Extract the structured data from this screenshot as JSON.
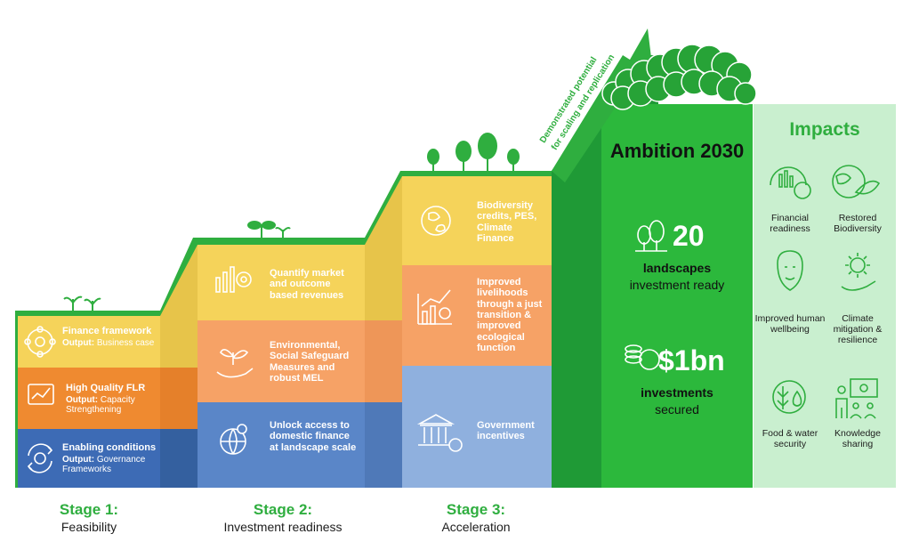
{
  "diagonal": {
    "line1": "Demonstrated potential",
    "line2": "for scaling and replication"
  },
  "stages": [
    {
      "title": "Stage 1:",
      "subtitle": "Feasibility",
      "blocks": [
        {
          "title": "Finance framework",
          "output_label": "Output:",
          "output": "Business case",
          "icon": "network-icon",
          "color": "#f5d35a"
        },
        {
          "title": "High Quality FLR",
          "output_label": "Output:",
          "output": "Capacity Strengthening",
          "icon": "tablet-chart-icon",
          "color": "#ef8a30"
        },
        {
          "title": "Enabling conditions",
          "output_label": "Output:",
          "output": "Governance Frameworks",
          "icon": "cycle-icon",
          "color": "#3d6bb5"
        }
      ]
    },
    {
      "title": "Stage 2:",
      "subtitle": "Investment readiness",
      "blocks": [
        {
          "text": "Quantify market and outcome based revenues",
          "icon": "target-chart-icon",
          "color": "#f5d35a"
        },
        {
          "text": "Environmental, Social Safeguard Measures and robust MEL",
          "icon": "hand-plant-icon",
          "color": "#f6a266"
        },
        {
          "text": "Unlock access to domestic finance at landscape scale",
          "icon": "globe-pin-icon",
          "color": "#5a86c8"
        }
      ]
    },
    {
      "title": "Stage 3:",
      "subtitle": "Acceleration",
      "blocks": [
        {
          "text": "Biodiversity credits, PES, Climate Finance",
          "icon": "earth-leaves-icon",
          "color": "#f5d35a"
        },
        {
          "text": "Improved livelihoods through a just transition & improved ecological function",
          "icon": "growth-chart-icon",
          "color": "#f6a266"
        },
        {
          "text": "Government incentives",
          "icon": "government-building-icon",
          "color": "#8fb0de"
        }
      ]
    }
  ],
  "ambition": {
    "title": "Ambition 2030",
    "items": [
      {
        "number": "20",
        "label": "landscapes",
        "sub": "investment ready",
        "icon": "trees-icon"
      },
      {
        "number": "$1bn",
        "label": "investments",
        "sub": "secured",
        "icon": "coins-icon"
      }
    ]
  },
  "impacts": {
    "title": "Impacts",
    "items": [
      {
        "label": "Financial readiness",
        "icon": "financial-readiness-icon"
      },
      {
        "label": "Restored Biodiversity",
        "icon": "globe-leaf-icon"
      },
      {
        "label": "Improved human wellbeing",
        "icon": "face-icon"
      },
      {
        "label": "Climate mitigation & resilience",
        "icon": "sun-hand-icon"
      },
      {
        "label": "Food & water security",
        "icon": "grain-drop-icon"
      },
      {
        "label": "Knowledge sharing",
        "icon": "presentation-icon"
      }
    ]
  },
  "colors": {
    "green": "#2fae3f",
    "dark_green": "#1a8a2e",
    "ambition_bg": "#2cb83c",
    "impacts_bg": "#c9efcf",
    "yellow": "#f5d35a",
    "orange": "#ef8a30",
    "blue": "#3d6bb5"
  }
}
